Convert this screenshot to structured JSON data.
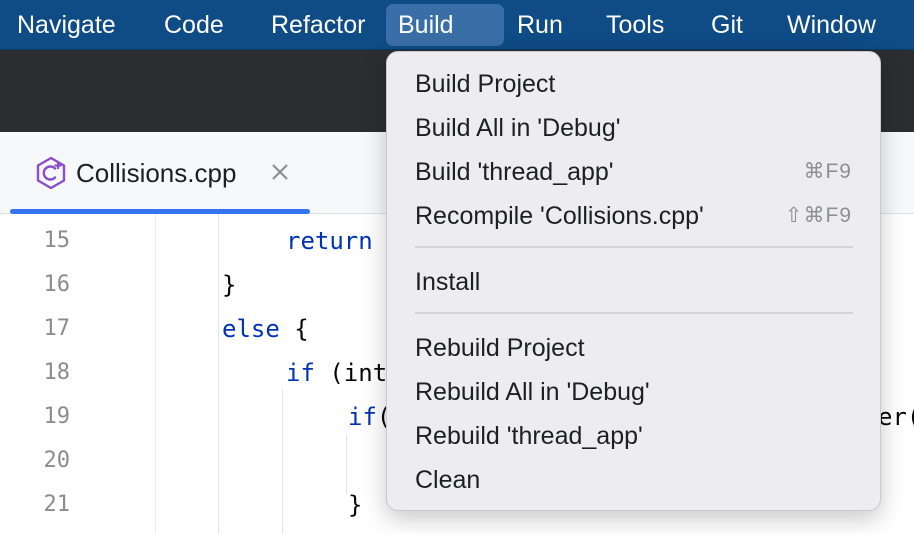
{
  "menubar": {
    "items": [
      {
        "label": "Navigate"
      },
      {
        "label": "Code"
      },
      {
        "label": "Refactor"
      },
      {
        "label": "Build",
        "active": true
      },
      {
        "label": "Run"
      },
      {
        "label": "Tools"
      },
      {
        "label": "Git"
      },
      {
        "label": "Window"
      }
    ]
  },
  "tab": {
    "label": "Collisions.cpp",
    "icon": "cpp-file-icon",
    "accent_color": "#3574f0",
    "icon_color": "#8a4fc9"
  },
  "editor": {
    "lines": [
      {
        "number": "15",
        "code": "return"
      },
      {
        "number": "16",
        "code": "}"
      },
      {
        "number": "17",
        "code": "else {"
      },
      {
        "number": "18",
        "code": "if (int"
      },
      {
        "number": "19",
        "code": "if("
      },
      {
        "number": "20",
        "code": ""
      },
      {
        "number": "21",
        "code": "}"
      }
    ],
    "right_fragment": "er("
  },
  "build_menu": {
    "items": [
      {
        "label": "Build Project",
        "shortcut": ""
      },
      {
        "label": "Build All in 'Debug'",
        "shortcut": ""
      },
      {
        "label": "Build 'thread_app'",
        "shortcut": "⌘F9"
      },
      {
        "label": "Recompile 'Collisions.cpp'",
        "shortcut": "⇧⌘F9"
      },
      {
        "label": "Install",
        "shortcut": ""
      },
      {
        "label": "Rebuild Project",
        "shortcut": ""
      },
      {
        "label": "Rebuild All in 'Debug'",
        "shortcut": ""
      },
      {
        "label": "Rebuild 'thread_app'",
        "shortcut": ""
      },
      {
        "label": "Clean",
        "shortcut": ""
      }
    ]
  },
  "colors": {
    "menubar_bg": "#0f4b85",
    "menubar_active": "#3a6ea6",
    "toolbar_bg": "#2b2d30",
    "keyword": "#0033b3"
  }
}
